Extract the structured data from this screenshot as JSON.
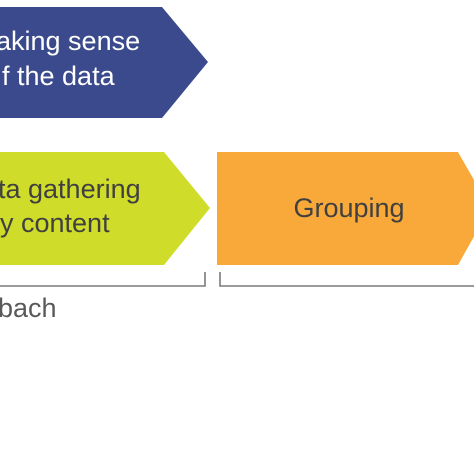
{
  "diagram": {
    "steps": [
      {
        "id": "making-sense",
        "lines": [
          "aking sense",
          "f the data"
        ],
        "fill": "#3a4a8c",
        "text_color": "#ffffff"
      },
      {
        "id": "data-gathering",
        "lines": [
          "ta gathering",
          "y content"
        ],
        "fill": "#cfdc2a",
        "text_color": "#404040"
      },
      {
        "id": "grouping",
        "lines": [
          "Grouping"
        ],
        "fill": "#f8a93a",
        "text_color": "#404040"
      }
    ],
    "bracket_label": "bach",
    "bracket_color": "#7a7a7a",
    "label_color": "#595959"
  }
}
